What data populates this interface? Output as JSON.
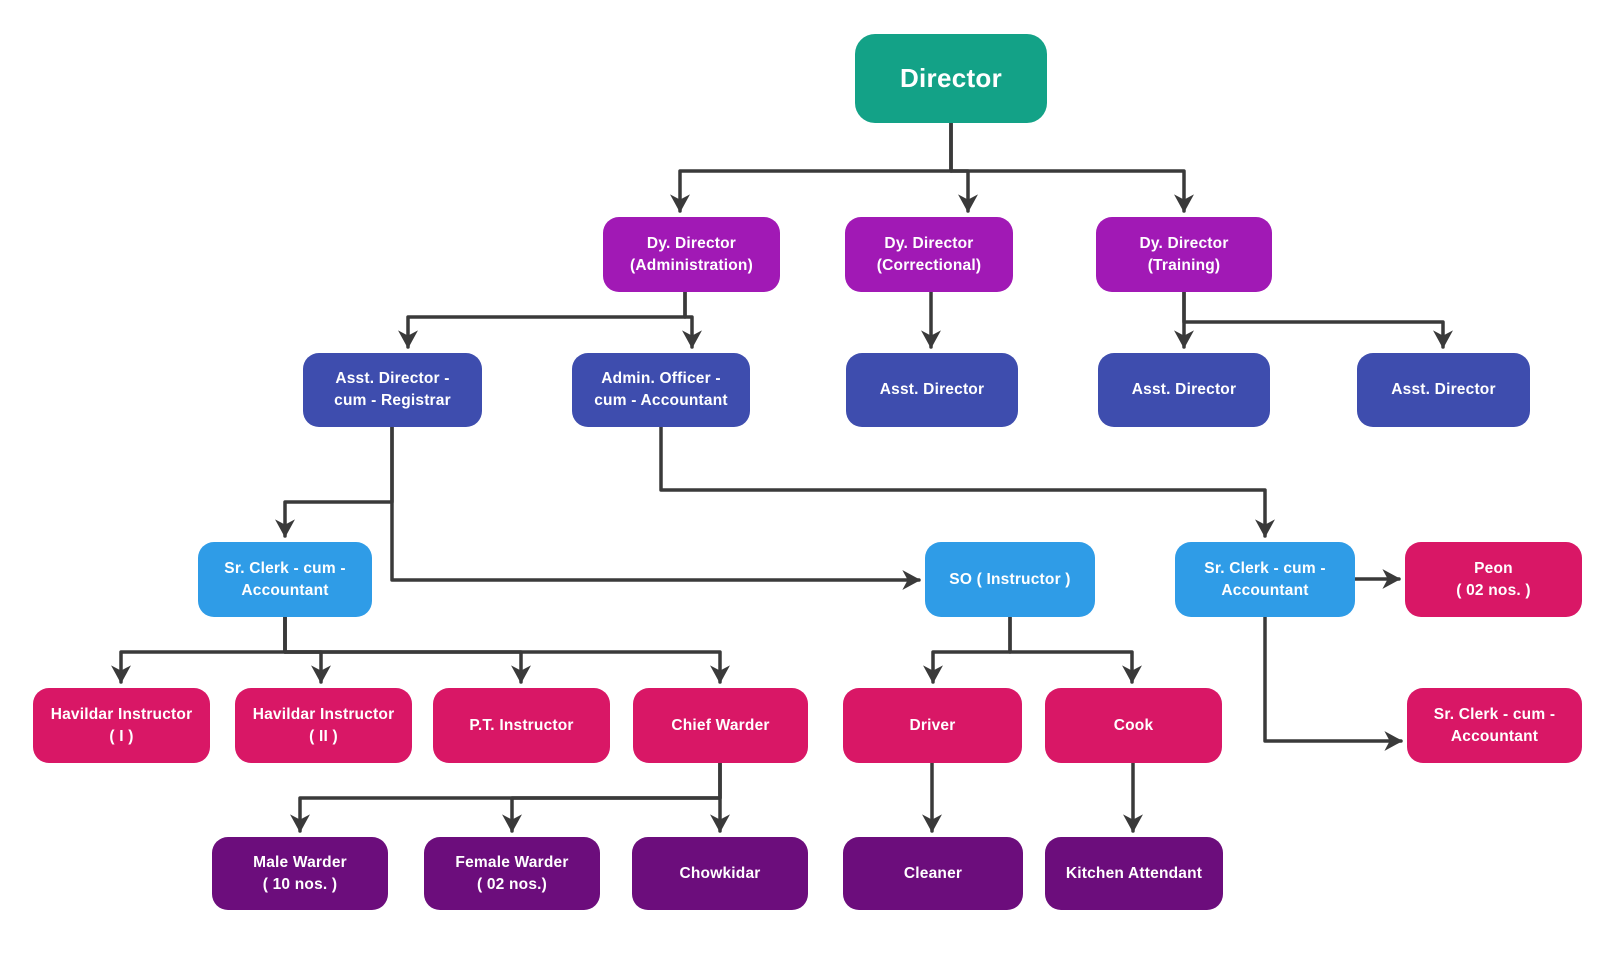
{
  "diagram": {
    "background": "#ffffff",
    "connector_color": "#3a3a3a",
    "palette": {
      "teal": "#13a287",
      "purple": "#a119b5",
      "indigo": "#3e4dae",
      "blue": "#2f9ce7",
      "pink": "#d91766",
      "dark_purple": "#6c0d7c"
    },
    "nodes": [
      {
        "id": "director",
        "label": "Director",
        "color": "teal"
      },
      {
        "id": "dy-director-administration",
        "label": "Dy. Director\n(Administration)",
        "color": "purple"
      },
      {
        "id": "dy-director-correctional",
        "label": "Dy. Director\n(Correctional)",
        "color": "purple"
      },
      {
        "id": "dy-director-training",
        "label": "Dy. Director\n(Training)",
        "color": "purple"
      },
      {
        "id": "asst-director-cum-registrar",
        "label": "Asst. Director -\ncum - Registrar",
        "color": "indigo"
      },
      {
        "id": "admin-officer-cum-accountant",
        "label": "Admin. Officer -\ncum - Accountant",
        "color": "indigo"
      },
      {
        "id": "asst-director-1",
        "label": "Asst. Director",
        "color": "indigo"
      },
      {
        "id": "asst-director-2",
        "label": "Asst. Director",
        "color": "indigo"
      },
      {
        "id": "asst-director-3",
        "label": "Asst. Director",
        "color": "indigo"
      },
      {
        "id": "sr-clerk-cum-accountant-left",
        "label": "Sr. Clerk - cum -\nAccountant",
        "color": "blue"
      },
      {
        "id": "so-instructor",
        "label": "SO ( Instructor )",
        "color": "blue"
      },
      {
        "id": "sr-clerk-cum-accountant-right",
        "label": "Sr. Clerk - cum -\nAccountant",
        "color": "blue"
      },
      {
        "id": "peon",
        "label": "Peon\n( 02 nos. )",
        "color": "pink"
      },
      {
        "id": "havildar-instructor-1",
        "label": "Havildar Instructor\n( I )",
        "color": "pink"
      },
      {
        "id": "havildar-instructor-2",
        "label": "Havildar Instructor\n( II )",
        "color": "pink"
      },
      {
        "id": "pt-instructor",
        "label": "P.T. Instructor",
        "color": "pink"
      },
      {
        "id": "chief-warder",
        "label": "Chief Warder",
        "color": "pink"
      },
      {
        "id": "driver",
        "label": "Driver",
        "color": "pink"
      },
      {
        "id": "cook",
        "label": "Cook",
        "color": "pink"
      },
      {
        "id": "sr-clerk-cum-accountant-pink",
        "label": "Sr. Clerk - cum -\nAccountant",
        "color": "pink"
      },
      {
        "id": "male-warder",
        "label": "Male Warder\n( 10 nos. )",
        "color": "dark_purple"
      },
      {
        "id": "female-warder",
        "label": "Female Warder\n( 02 nos.)",
        "color": "dark_purple"
      },
      {
        "id": "chowkidar",
        "label": "Chowkidar",
        "color": "dark_purple"
      },
      {
        "id": "cleaner",
        "label": "Cleaner",
        "color": "dark_purple"
      },
      {
        "id": "kitchen-attendant",
        "label": "Kitchen Attendant",
        "color": "dark_purple"
      }
    ],
    "edges": [
      {
        "from": "director",
        "to": "dy-director-administration"
      },
      {
        "from": "director",
        "to": "dy-director-correctional"
      },
      {
        "from": "director",
        "to": "dy-director-training"
      },
      {
        "from": "dy-director-administration",
        "to": "asst-director-cum-registrar"
      },
      {
        "from": "dy-director-administration",
        "to": "admin-officer-cum-accountant"
      },
      {
        "from": "dy-director-correctional",
        "to": "asst-director-1"
      },
      {
        "from": "dy-director-training",
        "to": "asst-director-2"
      },
      {
        "from": "dy-director-training",
        "to": "asst-director-3"
      },
      {
        "from": "asst-director-cum-registrar",
        "to": "sr-clerk-cum-accountant-left"
      },
      {
        "from": "asst-director-cum-registrar",
        "to": "so-instructor"
      },
      {
        "from": "admin-officer-cum-accountant",
        "to": "sr-clerk-cum-accountant-right"
      },
      {
        "from": "sr-clerk-cum-accountant-left",
        "to": "havildar-instructor-1"
      },
      {
        "from": "sr-clerk-cum-accountant-left",
        "to": "havildar-instructor-2"
      },
      {
        "from": "sr-clerk-cum-accountant-left",
        "to": "pt-instructor"
      },
      {
        "from": "sr-clerk-cum-accountant-left",
        "to": "chief-warder"
      },
      {
        "from": "so-instructor",
        "to": "driver"
      },
      {
        "from": "so-instructor",
        "to": "cook"
      },
      {
        "from": "sr-clerk-cum-accountant-right",
        "to": "peon"
      },
      {
        "from": "sr-clerk-cum-accountant-right",
        "to": "sr-clerk-cum-accountant-pink"
      },
      {
        "from": "chief-warder",
        "to": "male-warder"
      },
      {
        "from": "chief-warder",
        "to": "female-warder"
      },
      {
        "from": "chief-warder",
        "to": "chowkidar"
      },
      {
        "from": "driver",
        "to": "cleaner"
      },
      {
        "from": "cook",
        "to": "kitchen-attendant"
      }
    ]
  }
}
